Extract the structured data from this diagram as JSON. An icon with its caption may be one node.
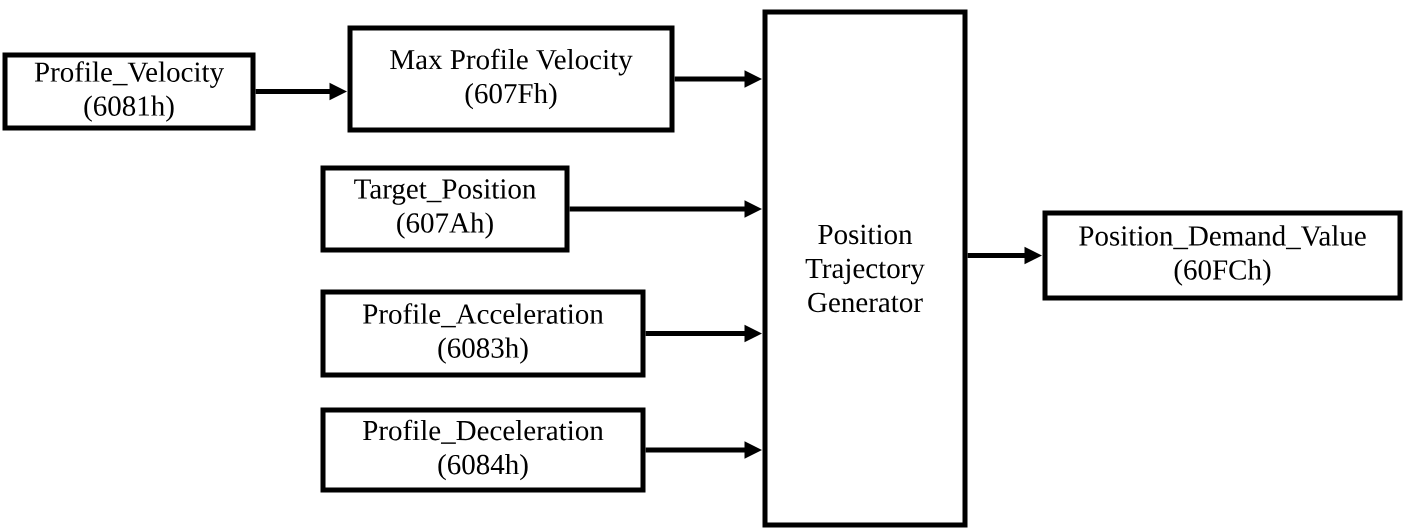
{
  "diagram": {
    "nodes": [
      {
        "text": [
          "Profile_Velocity",
          "(6081h)"
        ]
      },
      {
        "text": [
          "Max Profile Velocity",
          "(607Fh)"
        ]
      },
      {
        "text": [
          "Target_Position",
          "(607Ah)"
        ]
      },
      {
        "text": [
          "Profile_Acceleration",
          "(6083h)"
        ]
      },
      {
        "text": [
          "Profile_Deceleration",
          "(6084h)"
        ]
      },
      {
        "text": [
          "Position Trajectory Generator"
        ]
      },
      {
        "text": [
          "Position_Demand_Value",
          "(60FCh)"
        ]
      }
    ],
    "edges": [
      {
        "from": 0,
        "to": 1,
        "arrow": "to"
      },
      {
        "from": 1,
        "to": 5,
        "arrow": "to"
      },
      {
        "from": 2,
        "to": 5,
        "arrow": "to"
      },
      {
        "from": 3,
        "to": 5,
        "arrow": "to"
      },
      {
        "from": 4,
        "to": 5,
        "arrow": "to"
      },
      {
        "from": 5,
        "to": 6,
        "arrow": "to"
      }
    ]
  }
}
